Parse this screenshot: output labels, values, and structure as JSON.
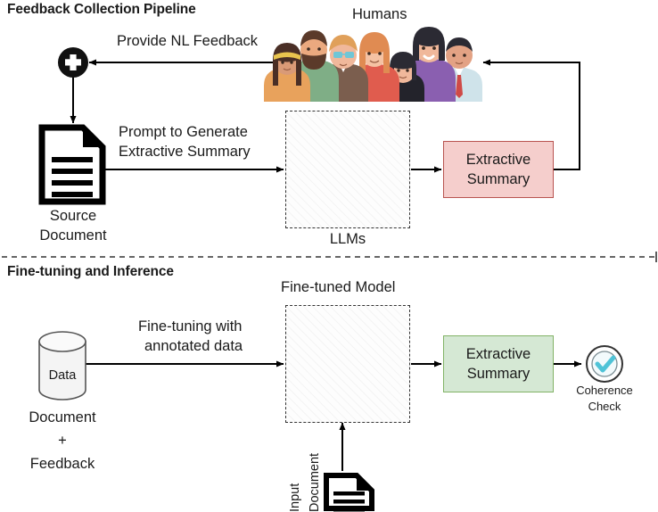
{
  "diagram": {
    "title": "Feedback Collection Pipeline and Fine-tuning and Inference",
    "sections": [
      {
        "id": "feedback-collection-pipeline",
        "heading": "Feedback Collection Pipeline",
        "nodes": {
          "merge_node": "+",
          "source_document": {
            "line1": "Source",
            "line2": "Document"
          },
          "llms": {
            "caption": "LLMs",
            "icon": "robot-icon"
          },
          "humans": {
            "caption": "Humans",
            "icon": "people-group-icon"
          },
          "summary": {
            "line1": "Extractive",
            "line2": "Summary",
            "fill": "#f5cecc",
            "stroke": "#b85450"
          }
        },
        "edges": {
          "feedback": "Provide NL Feedback",
          "prompt": {
            "line1": "Prompt to Generate",
            "line2": "Extractive Summary"
          }
        }
      },
      {
        "id": "fine-tuning-and-inference",
        "heading": "Fine-tuning and Inference",
        "nodes": {
          "database": {
            "cylinder_label": "Data",
            "caption_line1": "Document",
            "caption_line2": "+",
            "caption_line3": "Feedback"
          },
          "fine_tuned_model": {
            "caption": "Fine-tuned Model",
            "icon": "robot-icon"
          },
          "input_document": {
            "line1": "Input",
            "line2": "Document",
            "icon": "document-icon"
          },
          "summary": {
            "line1": "Extractive",
            "line2": "Summary",
            "fill": "#d5e8d4",
            "stroke": "#82b366"
          },
          "coherence_check": {
            "line1": "Coherence",
            "line2": "Check",
            "icon": "check-circle-icon",
            "accent": "#5bc8d8"
          }
        },
        "edges": {
          "finetune": {
            "line1": "Fine-tuning with",
            "line2": "annotated data"
          }
        }
      }
    ]
  }
}
